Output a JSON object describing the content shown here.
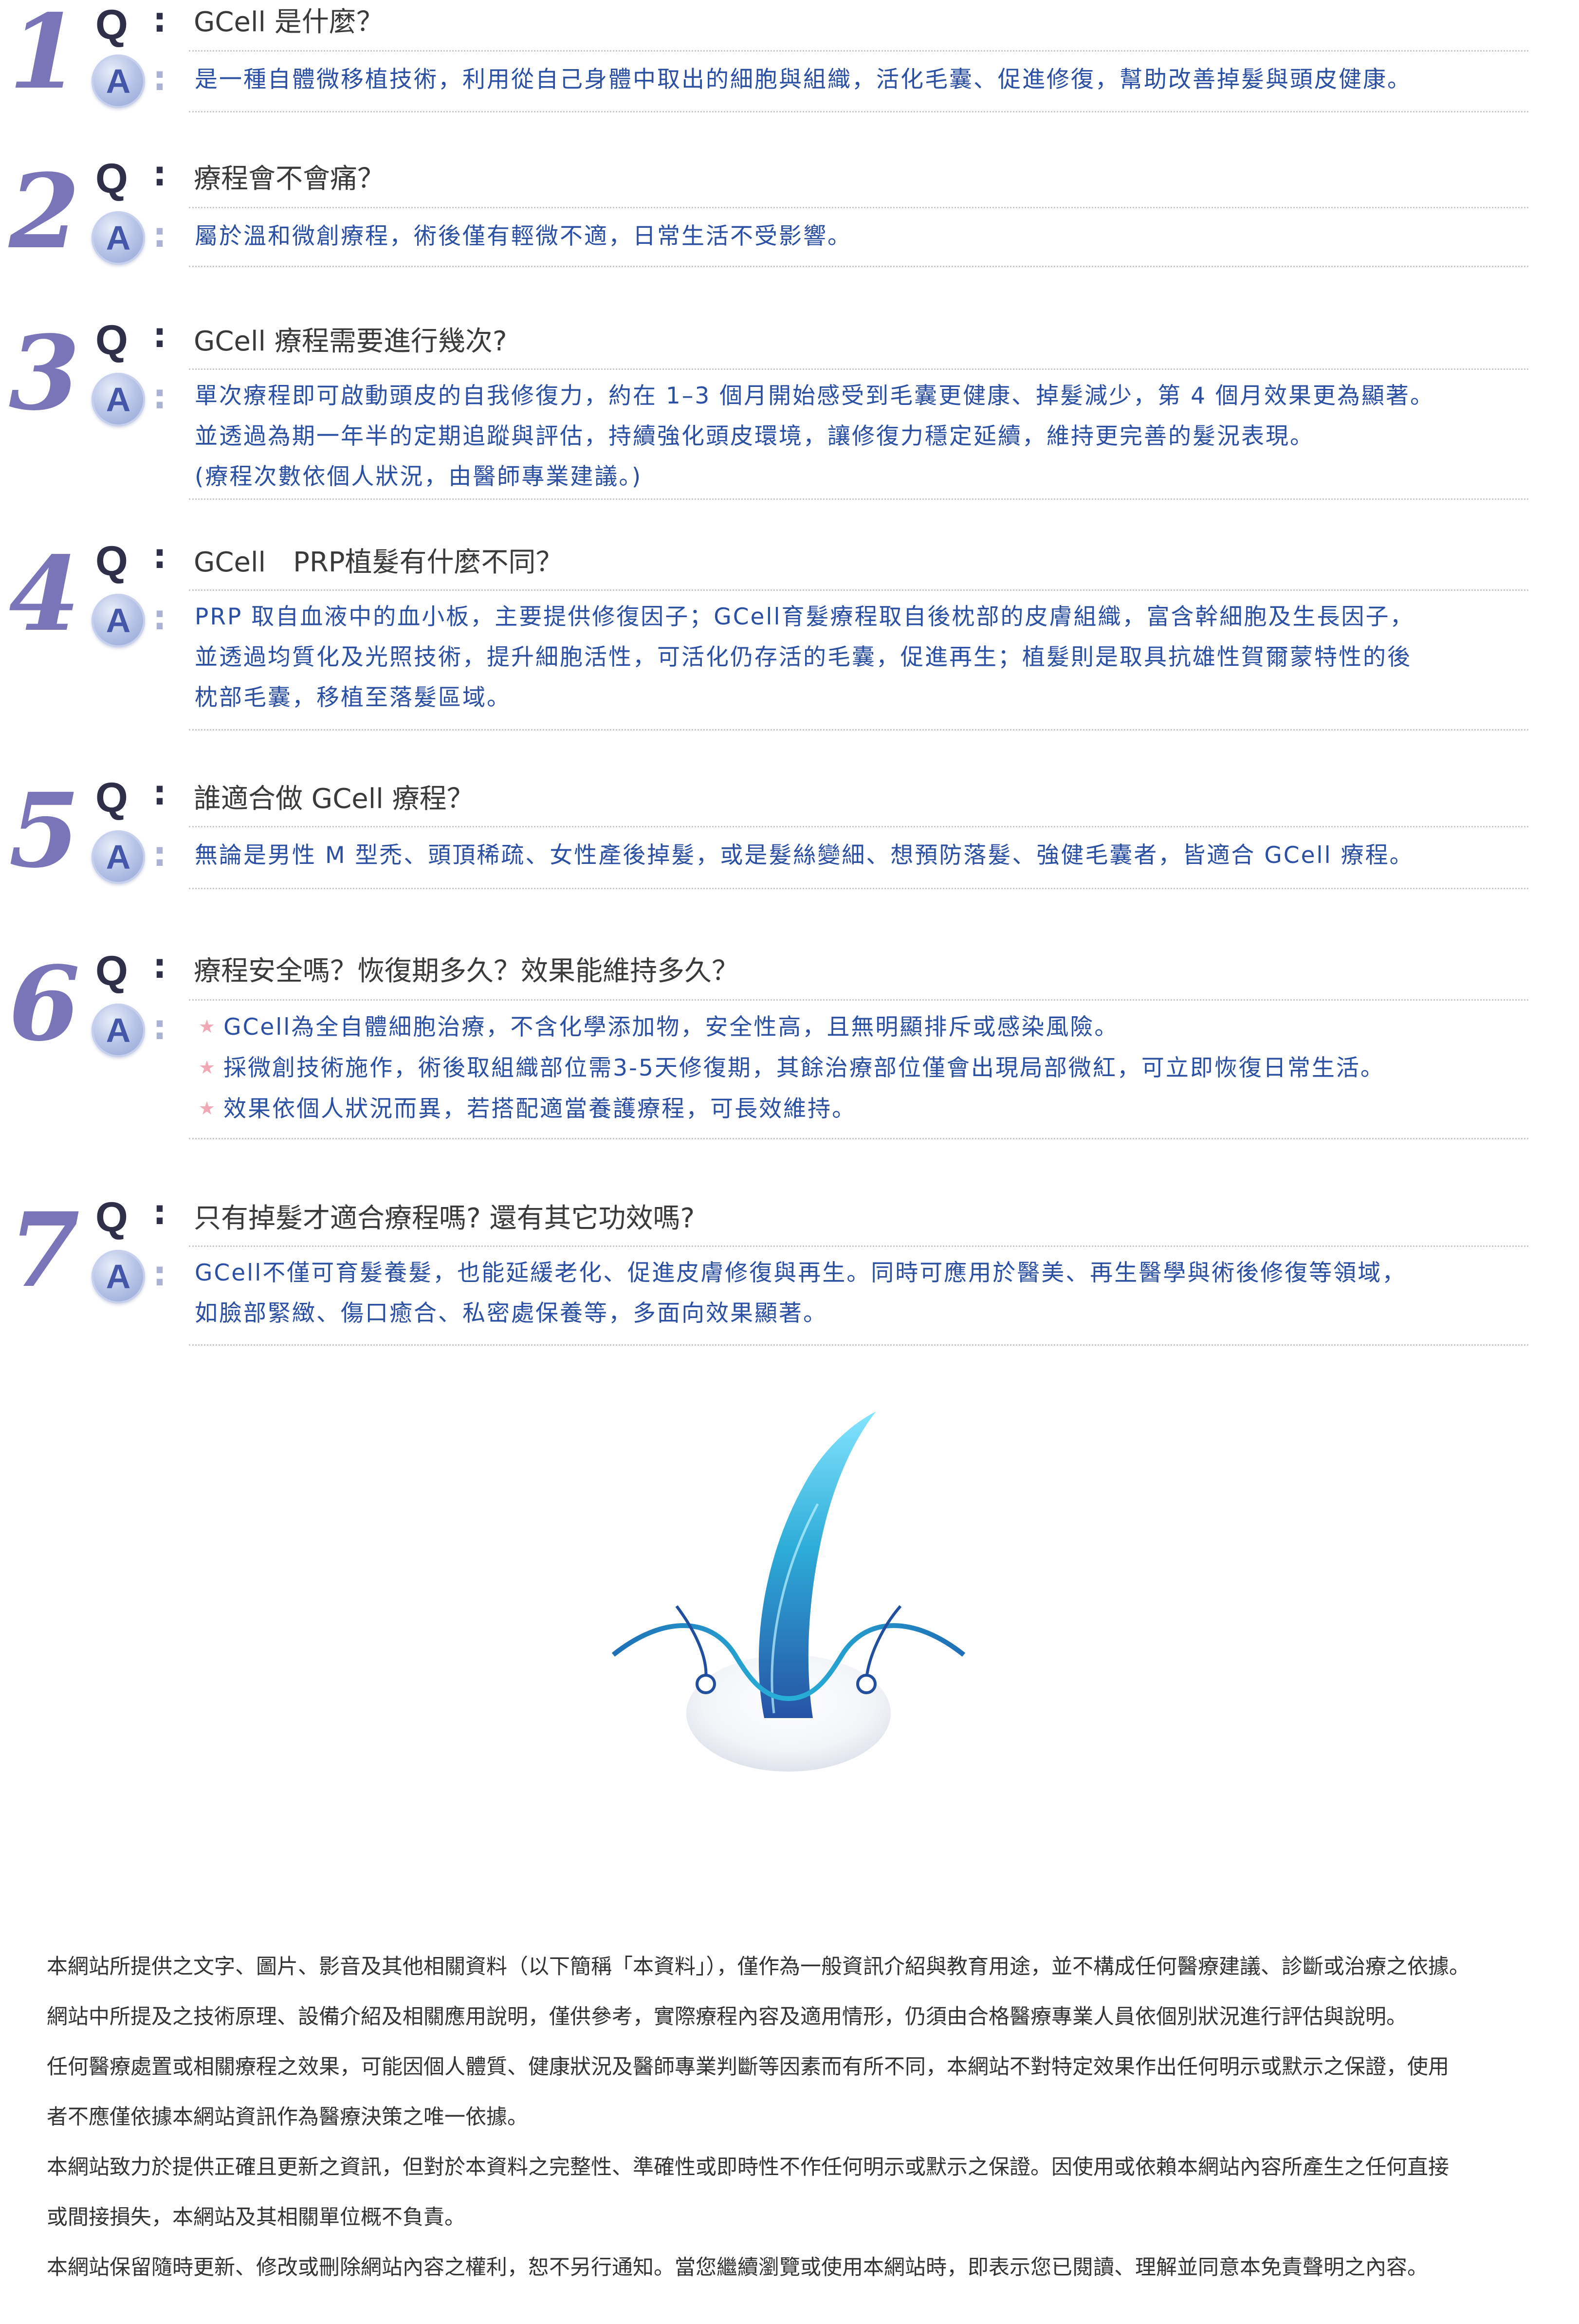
{
  "faq": [
    {
      "num": "1",
      "q_mark": "Q",
      "a_mark": "A",
      "question": "GCell 是什麼？",
      "answer_lines": [
        "是一種自體微移植技術，利用從自己身體中取出的細胞與組織，活化毛囊、促進修復，幫助改善掉髮與頭皮健康。"
      ]
    },
    {
      "num": "2",
      "q_mark": "Q",
      "a_mark": "A",
      "question": "療程會不會痛？",
      "answer_lines": [
        "屬於溫和微創療程，術後僅有輕微不適，日常生活不受影響。"
      ]
    },
    {
      "num": "3",
      "q_mark": "Q",
      "a_mark": "A",
      "question": "GCell 療程需要進行幾次?",
      "answer_lines": [
        "單次療程即可啟動頭皮的自我修復力，約在 1–3 個月開始感受到毛囊更健康、掉髮減少，第 4 個月效果更為顯著。",
        "並透過為期一年半的定期追蹤與評估，持續強化頭皮環境，讓修復力穩定延續，維持更完善的髮況表現。",
        "(療程次數依個人狀況，由醫師專業建議。)"
      ]
    },
    {
      "num": "4",
      "q_mark": "Q",
      "a_mark": "A",
      "question": "GCell　PRP植髮有什麼不同？",
      "answer_lines": [
        "PRP 取自血液中的血小板，主要提供修復因子；GCell育髮療程取自後枕部的皮膚組織，富含幹細胞及生長因子，",
        "並透過均質化及光照技術，提升細胞活性，可活化仍存活的毛囊，促進再生；植髮則是取具抗雄性賀爾蒙特性的後",
        "枕部毛囊，移植至落髮區域。"
      ]
    },
    {
      "num": "5",
      "q_mark": "Q",
      "a_mark": "A",
      "question": "誰適合做 GCell 療程？",
      "answer_lines": [
        "無論是男性 M 型禿、頭頂稀疏、女性產後掉髮，或是髮絲變細、想預防落髮、強健毛囊者，皆適合 GCell 療程。"
      ]
    },
    {
      "num": "6",
      "q_mark": "Q",
      "a_mark": "A",
      "question": "療程安全嗎？恢復期多久？效果能維持多久？",
      "bullet": "★",
      "answer_lines": [
        "GCell為全自體細胞治療，不含化學添加物，安全性高，且無明顯排斥或感染風險。",
        "採微創技術施作，術後取組織部位需3-5天修復期，其餘治療部位僅會出現局部微紅，可立即恢復日常生活。",
        "效果依個人狀況而異，若搭配適當養護療程，可長效維持。"
      ]
    },
    {
      "num": "7",
      "q_mark": "Q",
      "a_mark": "A",
      "question": "只有掉髮才適合療程嗎? 還有其它功效嗎?",
      "answer_lines": [
        "GCell不僅可育髮養髮，也能延緩老化、促進皮膚修復與再生。同時可應用於醫美、再生醫學與術後修復等領域，",
        "如臉部緊緻、傷口癒合、私密處保養等，多面向效果顯著。"
      ]
    }
  ],
  "illustration": {
    "icon": "hair-follicle-illustration",
    "accent": "#2bb5d8",
    "deep": "#1c4fa8"
  },
  "disclaimer_lines": [
    "本網站所提供之文字、圖片、影音及其他相關資料（以下簡稱「本資料」），僅作為一般資訊介紹與教育用途，並不構成任何醫療建議、診斷或治療之依據。",
    "網站中所提及之技術原理、設備介紹及相關應用說明，僅供參考，實際療程內容及適用情形，仍須由合格醫療專業人員依個別狀況進行評估與說明。",
    "任何醫療處置或相關療程之效果，可能因個人體質、健康狀況及醫師專業判斷等因素而有所不同，本網站不對特定效果作出任何明示或默示之保證，使用",
    "者不應僅依據本網站資訊作為醫療決策之唯一依據。",
    "本網站致力於提供正確且更新之資訊，但對於本資料之完整性、準確性或即時性不作任何明示或默示之保證。因使用或依賴本網站內容所產生之任何直接",
    "或間接損失，本網站及其相關單位概不負責。",
    "本網站保留隨時更新、修改或刪除網站內容之權利，恕不另行通知。當您繼續瀏覽或使用本網站時，即表示您已閱讀、理解並同意本免責聲明之內容。"
  ]
}
